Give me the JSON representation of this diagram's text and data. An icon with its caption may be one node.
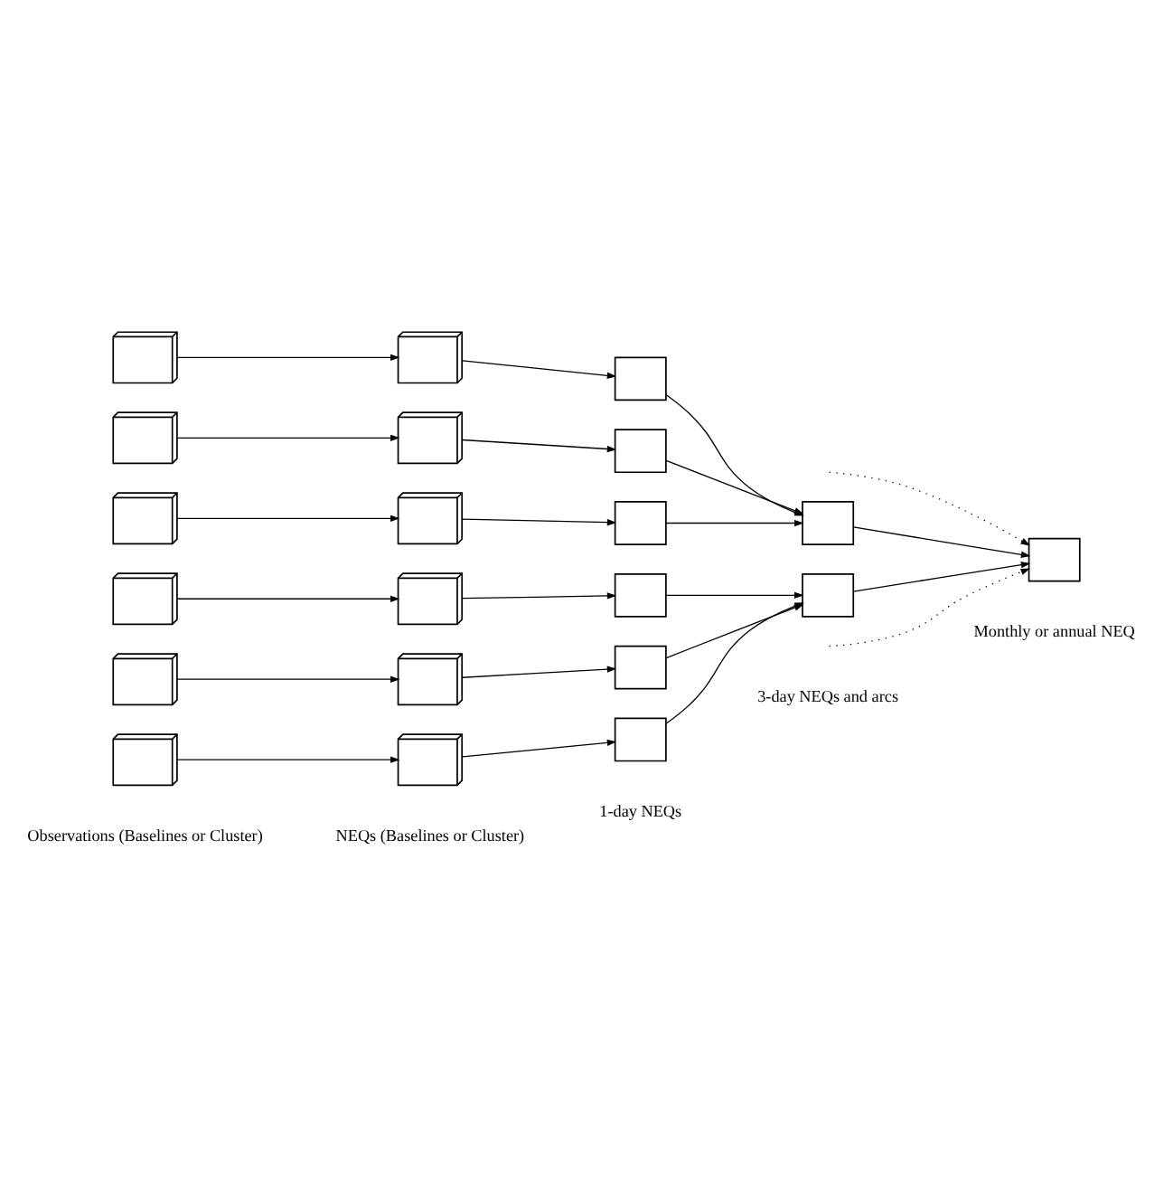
{
  "diagram": {
    "nodes": [
      {
        "text": [],
        "shape": "stack"
      },
      {
        "text": [],
        "shape": "stack"
      },
      {
        "text": [],
        "shape": "stack"
      },
      {
        "text": [],
        "shape": "stack"
      },
      {
        "text": [],
        "shape": "stack"
      },
      {
        "text": [],
        "shape": "stack"
      },
      {
        "text": [],
        "shape": "stack"
      },
      {
        "text": [],
        "shape": "stack"
      },
      {
        "text": [],
        "shape": "stack"
      },
      {
        "text": [],
        "shape": "stack"
      },
      {
        "text": [],
        "shape": "stack"
      },
      {
        "text": [],
        "shape": "stack"
      },
      {
        "text": [],
        "shape": "box"
      },
      {
        "text": [],
        "shape": "box"
      },
      {
        "text": [],
        "shape": "box"
      },
      {
        "text": [],
        "shape": "box"
      },
      {
        "text": [],
        "shape": "box"
      },
      {
        "text": [],
        "shape": "box"
      },
      {
        "text": [],
        "shape": "box"
      },
      {
        "text": [],
        "shape": "box"
      },
      {
        "text": [],
        "shape": "box"
      }
    ],
    "edges": [
      {
        "from": 0,
        "to": 6,
        "arrow": "to"
      },
      {
        "from": 1,
        "to": 7,
        "arrow": "to"
      },
      {
        "from": 2,
        "to": 8,
        "arrow": "to"
      },
      {
        "from": 3,
        "to": 9,
        "arrow": "to"
      },
      {
        "from": 4,
        "to": 10,
        "arrow": "to"
      },
      {
        "from": 5,
        "to": 11,
        "arrow": "to"
      },
      {
        "from": 6,
        "to": 12,
        "arrow": "to"
      },
      {
        "from": 7,
        "to": 13,
        "arrow": "to"
      },
      {
        "from": 8,
        "to": 14,
        "arrow": "to"
      },
      {
        "from": 9,
        "to": 15,
        "arrow": "to"
      },
      {
        "from": 10,
        "to": 16,
        "arrow": "to"
      },
      {
        "from": 11,
        "to": 17,
        "arrow": "to"
      },
      {
        "from": 12,
        "to": 18,
        "arrow": "to"
      },
      {
        "from": 13,
        "to": 18,
        "arrow": "to"
      },
      {
        "from": 14,
        "to": 18,
        "arrow": "to"
      },
      {
        "from": 15,
        "to": 19,
        "arrow": "to"
      },
      {
        "from": 16,
        "to": 19,
        "arrow": "to"
      },
      {
        "from": 17,
        "to": 19,
        "arrow": "to"
      },
      {
        "from": 18,
        "to": 20,
        "arrow": "to"
      },
      {
        "from": 19,
        "to": 20,
        "arrow": "to"
      },
      {
        "from": null,
        "to": 20,
        "arrow": "to",
        "style": "dashed"
      },
      {
        "from": null,
        "to": 20,
        "arrow": "to",
        "style": "dashed"
      }
    ],
    "labels": [
      "Observations (Baselines or Cluster)",
      "NEQs (Baselines or Cluster)",
      "1-day NEQs",
      "3-day NEQs and arcs",
      "Monthly or annual NEQ"
    ]
  }
}
